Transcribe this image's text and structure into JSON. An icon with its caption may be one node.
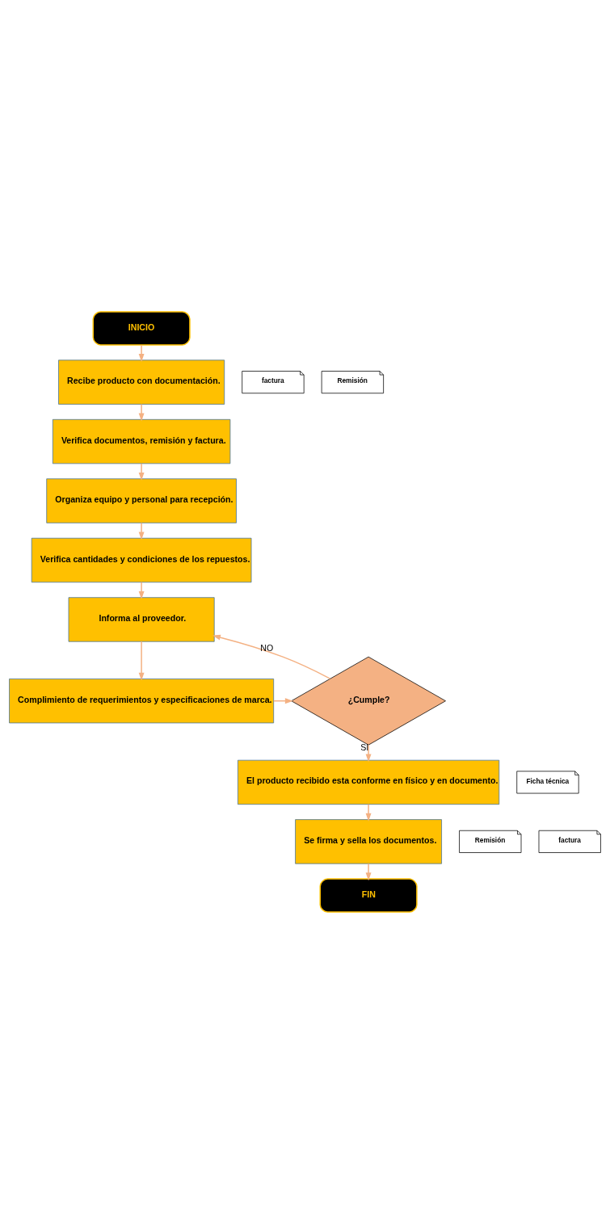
{
  "diagram": {
    "nodes": [
      {
        "text": [
          "INICIO"
        ]
      },
      {
        "text": [
          "Recibe producto con documentación."
        ]
      },
      {
        "text": [
          "factura"
        ]
      },
      {
        "text": [
          "Remisión"
        ]
      },
      {
        "text": [
          "Verifica documentos, remisión y factura."
        ]
      },
      {
        "text": [
          "Organiza equipo y personal para recepción."
        ]
      },
      {
        "text": [
          "Verifica cantidades y condiciones de los repuestos."
        ]
      },
      {
        "text": [
          "Informa al proveedor."
        ]
      },
      {
        "text": [
          "Complimiento de requerimientos y especificaciones de marca."
        ]
      },
      {
        "text": [
          "¿Cumple?"
        ]
      },
      {
        "text": [
          "El producto recibido esta conforme en físico y en documento."
        ]
      },
      {
        "text": [
          "Ficha técnica"
        ]
      },
      {
        "text": [
          "Se firma y sella los documentos."
        ]
      },
      {
        "text": [
          "Remisión"
        ]
      },
      {
        "text": [
          "factura"
        ]
      },
      {
        "text": [
          "FIN"
        ]
      }
    ],
    "edges": [
      {
        "from": 0,
        "to": 1,
        "arrow": "to"
      },
      {
        "from": 1,
        "to": 4,
        "arrow": "to"
      },
      {
        "from": 4,
        "to": 5,
        "arrow": "to"
      },
      {
        "from": 5,
        "to": 6,
        "arrow": "to"
      },
      {
        "from": 6,
        "to": 7,
        "arrow": "to"
      },
      {
        "from": 7,
        "to": 8,
        "arrow": "to"
      },
      {
        "from": 8,
        "to": 9,
        "arrow": "to"
      },
      {
        "from": 9,
        "to": 7,
        "arrow": "to",
        "label": "NO"
      },
      {
        "from": 9,
        "to": 10,
        "arrow": "to",
        "label": "SI"
      },
      {
        "from": 10,
        "to": 12,
        "arrow": "to"
      },
      {
        "from": 12,
        "to": 15,
        "arrow": "to"
      }
    ]
  }
}
